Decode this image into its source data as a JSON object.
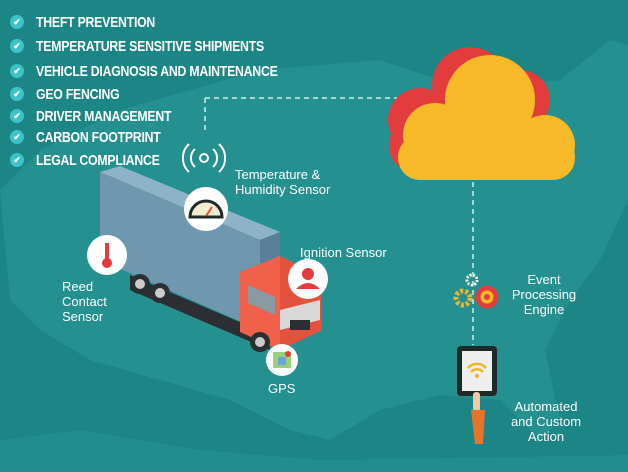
{
  "features": [
    "THEFT PREVENTION",
    "TEMPERATURE SENSITIVE SHIPMENTS",
    "VEHICLE DIAGNOSIS AND MAINTENANCE",
    "GEO FENCING",
    "DRIVER MANAGEMENT",
    "CARBON FOOTPRINT",
    "LEGAL COMPLIANCE"
  ],
  "sensors": {
    "temperature": [
      "Temperature &",
      "Humidity Sensor"
    ],
    "ignition": "Ignition Sensor",
    "reed": [
      "Reed",
      "Contact",
      "Sensor"
    ],
    "gps": "GPS"
  },
  "pipeline": {
    "event": [
      "Event",
      "Processing",
      "Engine"
    ],
    "action": [
      "Automated",
      "and Custom",
      "Action"
    ]
  },
  "colors": {
    "background": "#1c8585",
    "cloud": "#f8b928",
    "cloud_shadow": "#e23c3c",
    "cab": "#f0604a",
    "box": "#6f97ad"
  }
}
